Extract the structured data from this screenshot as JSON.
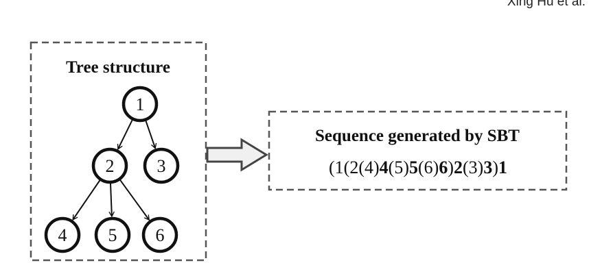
{
  "header": {
    "author": "Xing Hu et al."
  },
  "tree_panel": {
    "title": "Tree structure",
    "nodes": [
      {
        "id": "n1",
        "label": "1"
      },
      {
        "id": "n2",
        "label": "2"
      },
      {
        "id": "n3",
        "label": "3"
      },
      {
        "id": "n4",
        "label": "4"
      },
      {
        "id": "n5",
        "label": "5"
      },
      {
        "id": "n6",
        "label": "6"
      }
    ],
    "edges": [
      {
        "from": "n1",
        "to": "n2"
      },
      {
        "from": "n1",
        "to": "n3"
      },
      {
        "from": "n2",
        "to": "n4"
      },
      {
        "from": "n2",
        "to": "n5"
      },
      {
        "from": "n2",
        "to": "n6"
      }
    ]
  },
  "sequence_panel": {
    "title": "Sequence generated by SBT",
    "tokens": [
      {
        "text": "(1",
        "bold": false
      },
      {
        "text": "(2",
        "bold": false
      },
      {
        "text": "(4)",
        "bold": false
      },
      {
        "text": "4",
        "bold": true
      },
      {
        "text": "(5)",
        "bold": false
      },
      {
        "text": "5",
        "bold": true
      },
      {
        "text": "(6)",
        "bold": false
      },
      {
        "text": "6",
        "bold": true
      },
      {
        "text": ")",
        "bold": false
      },
      {
        "text": "2",
        "bold": true
      },
      {
        "text": "(3)",
        "bold": false
      },
      {
        "text": "3",
        "bold": true
      },
      {
        "text": ")",
        "bold": false
      },
      {
        "text": "1",
        "bold": true
      }
    ]
  },
  "colors": {
    "stroke": "#111111",
    "dash": "#555555",
    "arrow_fill": "#f0f0f0"
  }
}
